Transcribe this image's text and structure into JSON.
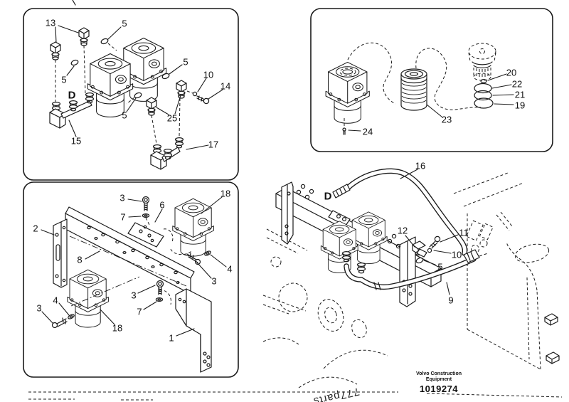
{
  "colors": {
    "line": "#1a1a1a",
    "background": "#ffffff"
  },
  "panel_top_left": {
    "view_label": "D",
    "callouts": {
      "c13": "13",
      "c5_top": "5",
      "c5_left": "5",
      "c5_right": "5",
      "c10": "10",
      "c14": "14",
      "c5_mid": "5",
      "c25": "25",
      "c15": "15",
      "c17": "17"
    }
  },
  "panel_bottom_left": {
    "callouts": {
      "c3_top": "3",
      "c6": "6",
      "c18_right": "18",
      "c7_top": "7",
      "c2": "2",
      "c8": "8",
      "c4_right": "4",
      "c3_right": "3",
      "c3_mid": "3",
      "c7_bottom": "7",
      "c4_left": "4",
      "c3_left": "3",
      "c18_left": "18",
      "c1": "1"
    }
  },
  "panel_top_right": {
    "callouts": {
      "c20": "20",
      "c22": "22",
      "c21": "21",
      "c19": "19",
      "c23": "23",
      "c24": "24"
    }
  },
  "main_view": {
    "view_label": "D",
    "callouts": {
      "c16": "16",
      "c12": "12",
      "c11": "11",
      "c10": "10",
      "c5": "5",
      "c9": "9"
    }
  },
  "footer": {
    "company_line1": "Volvo Construction",
    "company_line2": "Equipment",
    "figure_number": "1019274"
  },
  "watermark": {
    "text": "777parts"
  }
}
